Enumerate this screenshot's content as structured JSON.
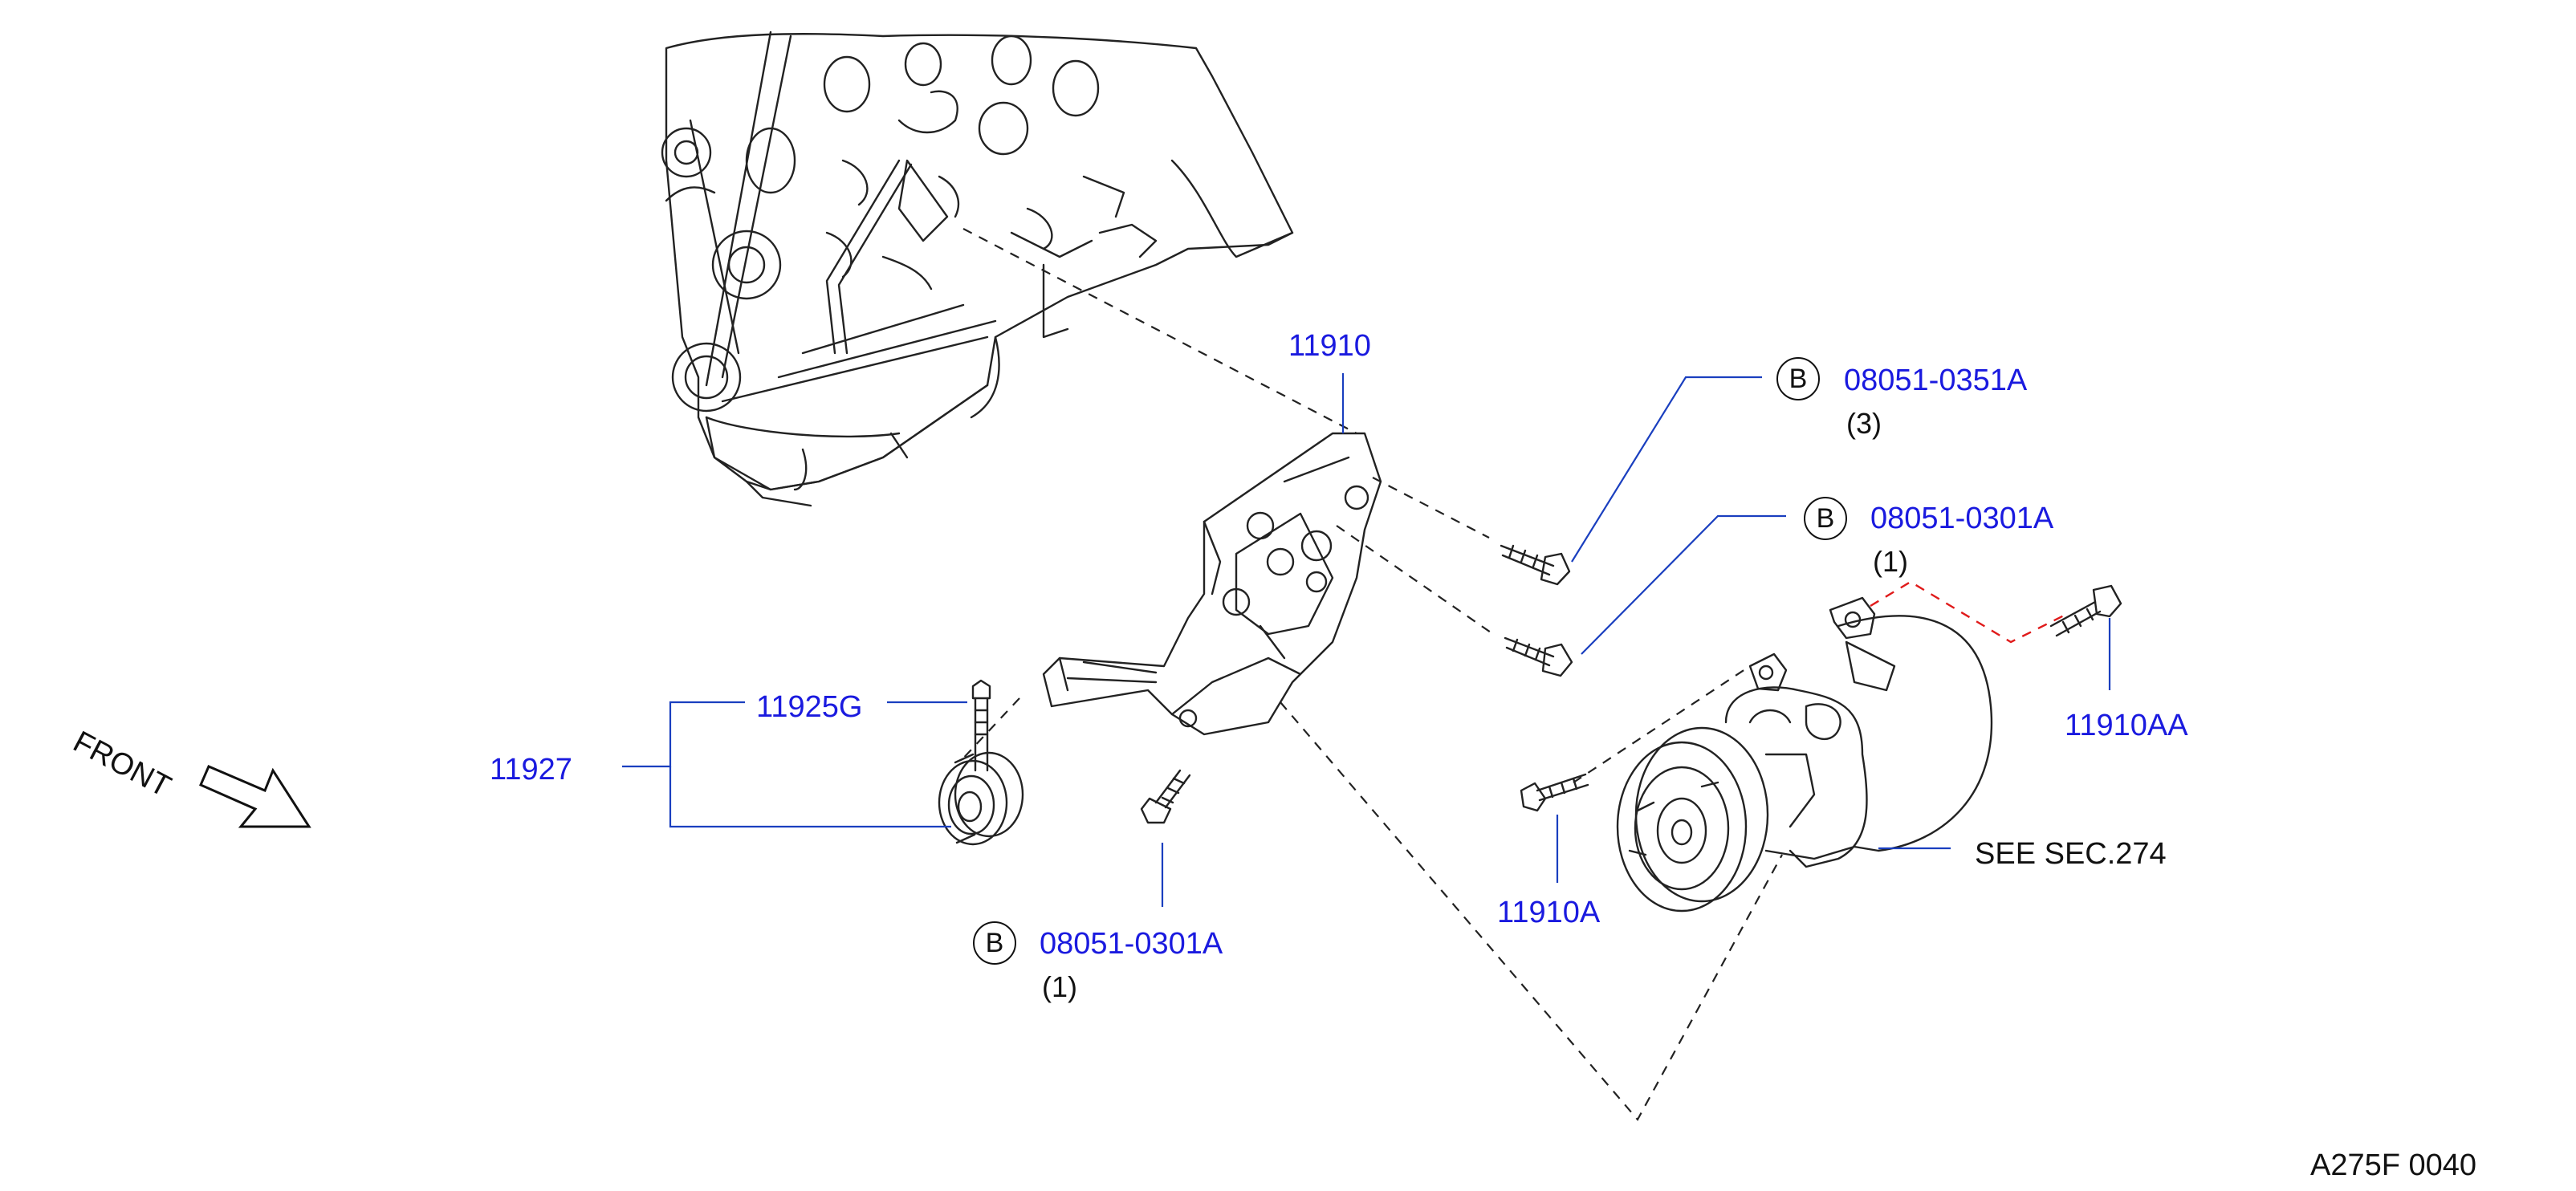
{
  "callouts": {
    "bracket": "11910",
    "bolt_b1_part": "08051-0351A",
    "bolt_b1_qty": "(3)",
    "bolt_b2_part": "08051-0301A",
    "bolt_b2_qty": "(1)",
    "bolt_b3_part": "08051-0301A",
    "bolt_b3_qty": "(1)",
    "idler_bolt": "11925G",
    "idler_assy": "11927",
    "bolt_aa": "11910AA",
    "bolt_a": "11910A",
    "see_sec": "SEE   SEC.274",
    "badge_letter": "B"
  },
  "front_label": "FRONT",
  "diagram_code": "A275F   0040",
  "colors": {
    "callout_text": "#1a1adf",
    "leader": "#1a3fbf",
    "ink": "#222222",
    "highlight": "#e01b1b"
  }
}
